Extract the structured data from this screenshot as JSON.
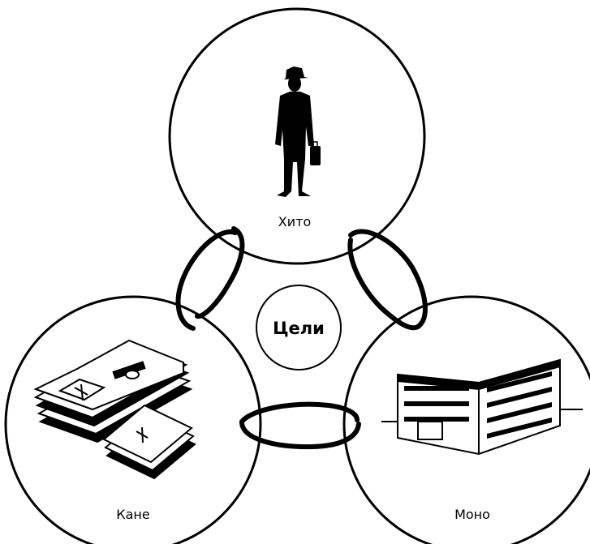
{
  "diagram": {
    "center": {
      "label": "Цели"
    },
    "nodes": [
      {
        "id": "hito",
        "label": "Хито",
        "icon": "businessman-icon"
      },
      {
        "id": "kane",
        "label": "Кане",
        "icon": "money-stack-icon"
      },
      {
        "id": "mono",
        "label": "Моно",
        "icon": "office-building-icon"
      }
    ],
    "links": [
      {
        "from": "hito",
        "to": "kane"
      },
      {
        "from": "hito",
        "to": "mono"
      },
      {
        "from": "kane",
        "to": "mono"
      }
    ],
    "colors": {
      "stroke": "#000000",
      "background": "#ffffff"
    }
  }
}
